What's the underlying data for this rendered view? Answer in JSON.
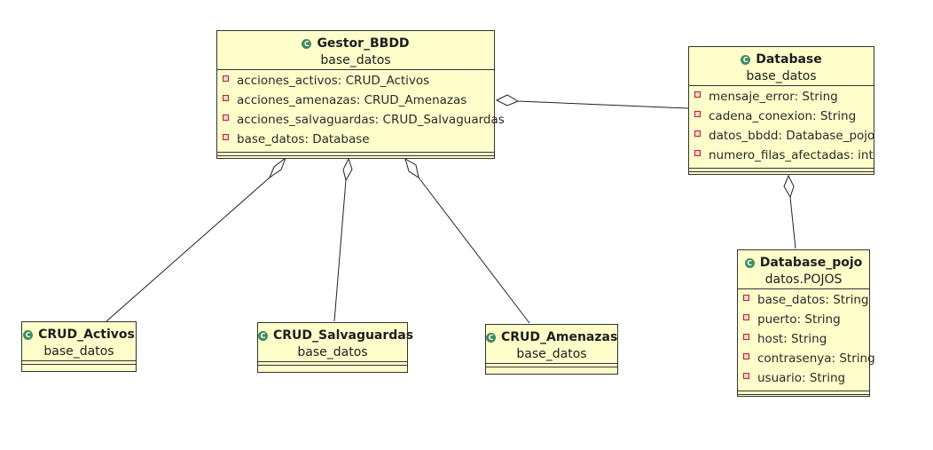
{
  "classes": {
    "gestor": {
      "name": "Gestor_BBDD",
      "package": "base_datos",
      "attributes": [
        "acciones_activos: CRUD_Activos",
        "acciones_amenazas: CRUD_Amenazas",
        "acciones_salvaguardas: CRUD_Salvaguardas",
        "base_datos: Database"
      ]
    },
    "database": {
      "name": "Database",
      "package": "base_datos",
      "attributes": [
        "mensaje_error: String",
        "cadena_conexion: String",
        "datos_bbdd: Database_pojo",
        "numero_filas_afectadas: int"
      ]
    },
    "pojo": {
      "name": "Database_pojo",
      "package": "datos.POJOS",
      "attributes": [
        "base_datos: String",
        "puerto: String",
        "host: String",
        "contrasenya: String",
        "usuario: String"
      ]
    },
    "activos": {
      "name": "CRUD_Activos",
      "package": "base_datos"
    },
    "salvaguardas": {
      "name": "CRUD_Salvaguardas",
      "package": "base_datos"
    },
    "amenazas": {
      "name": "CRUD_Amenazas",
      "package": "base_datos"
    }
  },
  "icons": {
    "class_icon": "class-c-icon",
    "attribute_icon": "private-field-icon"
  },
  "colors": {
    "class_fill": "#fefecb",
    "class_icon": "#3f8d5a",
    "line": "#222222"
  }
}
